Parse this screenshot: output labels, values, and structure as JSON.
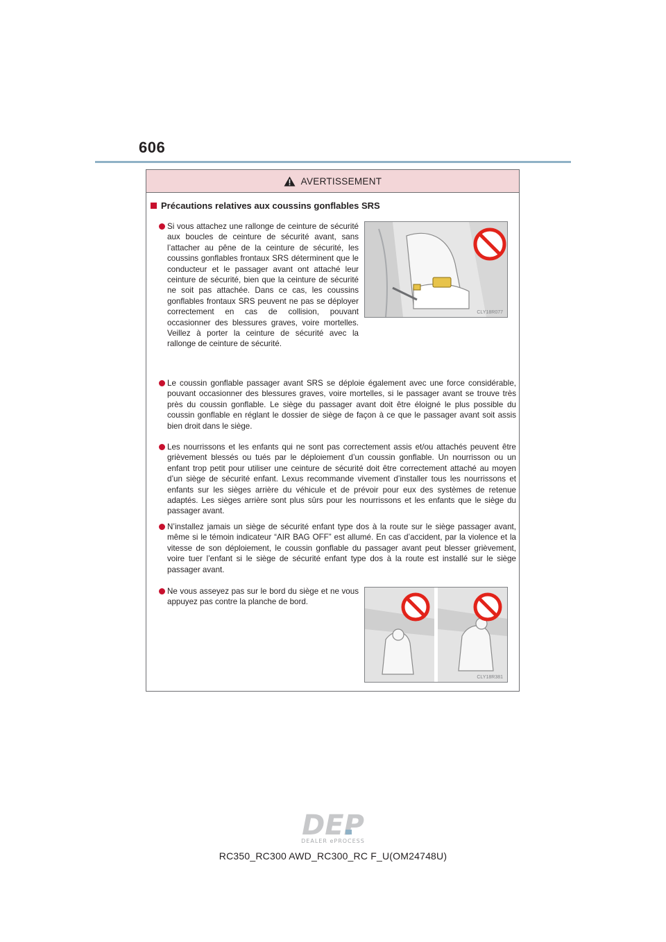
{
  "page": {
    "number": "606",
    "footer_model": "RC350_RC300 AWD_RC300_RC F_U(OM24748U)"
  },
  "warning": {
    "header": "AVERTISSEMENT",
    "section_title": "Précautions relatives aux coussins gonflables SRS",
    "bullets": [
      "Si vous attachez une rallonge de ceinture de sécurité aux boucles de ceinture de sécurité avant, sans l’attacher au pêne de la ceinture de sécurité, les coussins gonflables frontaux SRS déterminent que le conducteur et le passager avant ont attaché leur ceinture de sécurité, bien que la ceinture de sécurité ne soit pas attachée. Dans ce cas, les coussins gonflables frontaux SRS peuvent ne pas se déployer correctement en cas de collision, pouvant occasionner des blessures graves, voire mortelles. Veillez à porter la ceinture de sécurité avec la rallonge de ceinture de sécurité.",
      "Le coussin gonflable passager avant SRS se déploie également avec une force considérable, pouvant occasionner des blessures graves, voire mortelles, si le passager avant se trouve très près du coussin gonflable. Le siège du passager avant doit être éloigné le plus possible du coussin gonflable en réglant le dossier de siège de façon à ce que le passager avant soit assis bien droit dans le siège.",
      "Les nourrissons et les enfants qui ne sont pas correctement assis et/ou attachés peuvent être grièvement blessés ou tués par le déploiement d’un coussin gonflable. Un nourrisson ou un enfant trop petit pour utiliser une ceinture de sécurité doit être correctement attaché au moyen d’un siège de sécurité enfant. Lexus recommande vivement d’installer tous les nourrissons et enfants sur les sièges arrière du véhicule et de prévoir pour eux des systèmes de retenue adaptés. Les sièges arrière sont plus sûrs pour les nourrissons et les enfants que le siège du passager avant.",
      "N’installez jamais un siège de sécurité enfant type dos à la route sur le siège passager avant, même si le témoin indicateur “AIR BAG OFF” est allumé. En cas d’accident, par la violence et la vitesse de son déploiement, le coussin gonflable du passager avant peut blesser grièvement, voire tuer l’enfant si le siège de sécurité enfant type dos à la route est installé sur le siège passager avant.",
      "Ne vous asseyez pas sur le bord du siège et ne vous appuyez pas contre la planche de bord."
    ],
    "figures": [
      "CLY18R077",
      "CLY18R381"
    ]
  },
  "logo": {
    "text": "DEP",
    "subtitle": "DEALER ePROCESS"
  },
  "colors": {
    "rule": "#8fb1c6",
    "warning_header_bg": "#f3d6d8",
    "bullet": "#c8102e",
    "prohibit": "#e2231a"
  }
}
